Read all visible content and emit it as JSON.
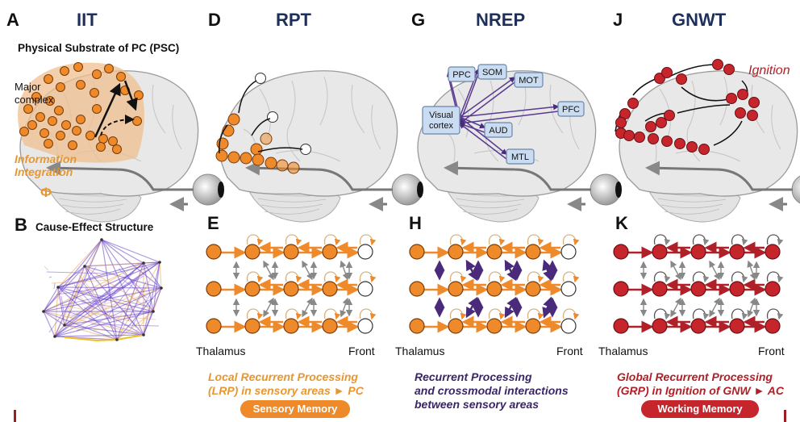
{
  "panels": {
    "A": {
      "letter": "A",
      "theory": "IIT",
      "subtitle": "Physical Substrate of PC (PSC)",
      "major_complex": "Major complex",
      "info1": "Information",
      "info2": "Integration",
      "phi": "Φ"
    },
    "B": {
      "letter": "B",
      "subtitle": "Cause-Effect Structure"
    },
    "D": {
      "letter": "D",
      "theory": "RPT"
    },
    "E": {
      "letter": "E",
      "left": "Thalamus",
      "right": "Front",
      "caption1": "Local Recurrent Processing",
      "caption2": "(LRP) in sensory areas ► PC",
      "pill": "Sensory Memory"
    },
    "G": {
      "letter": "G",
      "theory": "NREP",
      "areas": [
        "PPC",
        "SOM",
        "MOT",
        "Visual",
        "cortex",
        "PFC",
        "AUD",
        "MTL"
      ]
    },
    "H": {
      "letter": "H",
      "left": "Thalamus",
      "right": "Front",
      "caption1": "Recurrent Processing",
      "caption2": "and crossmodal interactions",
      "caption3": "between sensory areas"
    },
    "J": {
      "letter": "J",
      "theory": "GNWT",
      "ignition": "Ignition"
    },
    "K": {
      "letter": "K",
      "left": "Thalamus",
      "right": "Front",
      "caption1": "Global Recurrent Processing",
      "caption2": "(GRP) in Ignition of GNW ► AC",
      "pill": "Working Memory"
    }
  },
  "colors": {
    "orange": "#ee8a2a",
    "purple": "#4a2a7a",
    "red": "#c6252b",
    "navy": "#1e2f5c",
    "gray": "#8a8a8a"
  }
}
